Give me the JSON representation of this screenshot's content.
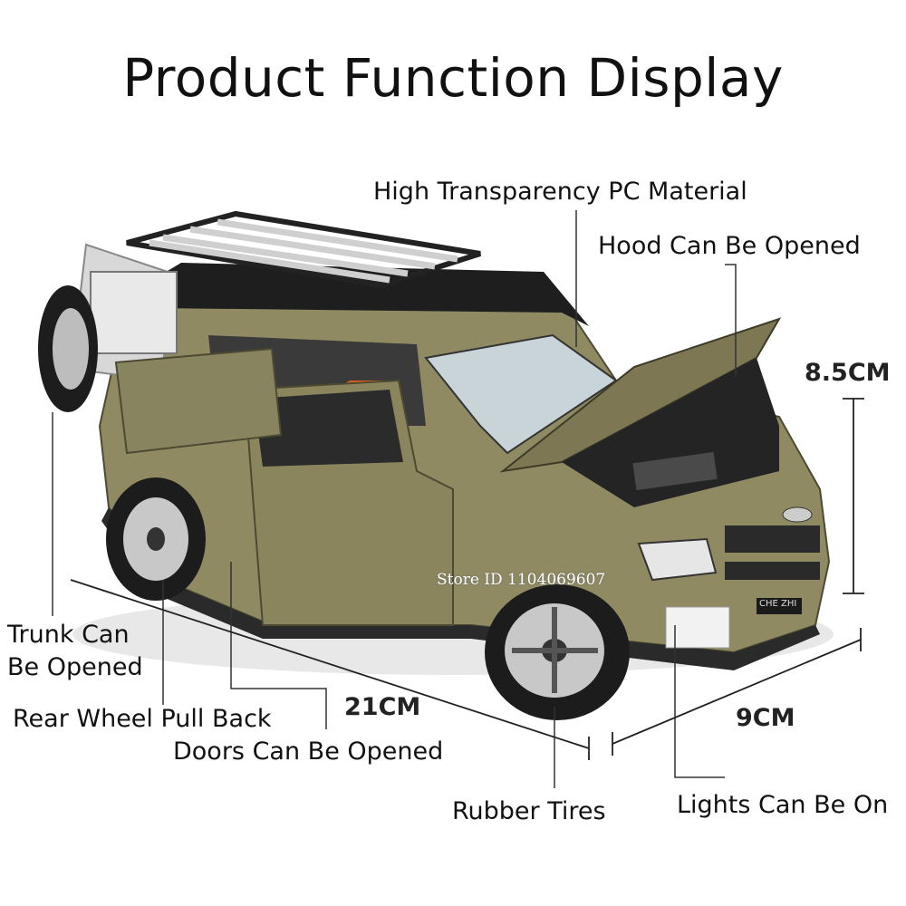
{
  "title": "Product Function Display",
  "labels": {
    "pc_material": "High Transparency PC Material",
    "hood": "Hood Can Be Opened",
    "trunk_line1": "Trunk Can",
    "trunk_line2": "Be Opened",
    "rear_wheel": "Rear Wheel Pull Back",
    "doors": "Doors Can Be Opened",
    "tires": "Rubber Tires",
    "lights": "Lights Can Be On"
  },
  "dimensions": {
    "height": "8.5CM",
    "length": "21CM",
    "width": "9CM"
  },
  "watermark": "Store ID 1104069607",
  "plate": "CHE ZHI",
  "colors": {
    "body": "#8f8a62",
    "body_dark": "#5f5c3e",
    "roof": "#1e1e1e",
    "interior_accent": "#d9611f",
    "line": "#333333"
  }
}
